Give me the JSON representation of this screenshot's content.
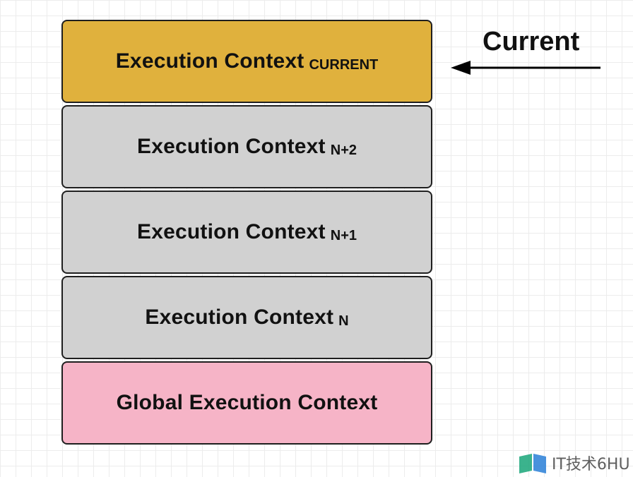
{
  "stack": {
    "frames": [
      {
        "label": "Execution Context",
        "subscript": "CURRENT",
        "color": "#e0b13d"
      },
      {
        "label": "Execution Context",
        "subscript": "N+2",
        "color": "#d1d1d1"
      },
      {
        "label": "Execution Context",
        "subscript": "N+1",
        "color": "#d1d1d1"
      },
      {
        "label": "Execution Context",
        "subscript": "N",
        "color": "#d1d1d1"
      },
      {
        "label": "Global Execution Context",
        "subscript": "",
        "color": "#f6b4c7"
      }
    ]
  },
  "pointer": {
    "label": "Current",
    "icon": "arrow-left-icon"
  },
  "watermark": {
    "text": "IT技术6HU",
    "icon": "book-logo-icon"
  }
}
